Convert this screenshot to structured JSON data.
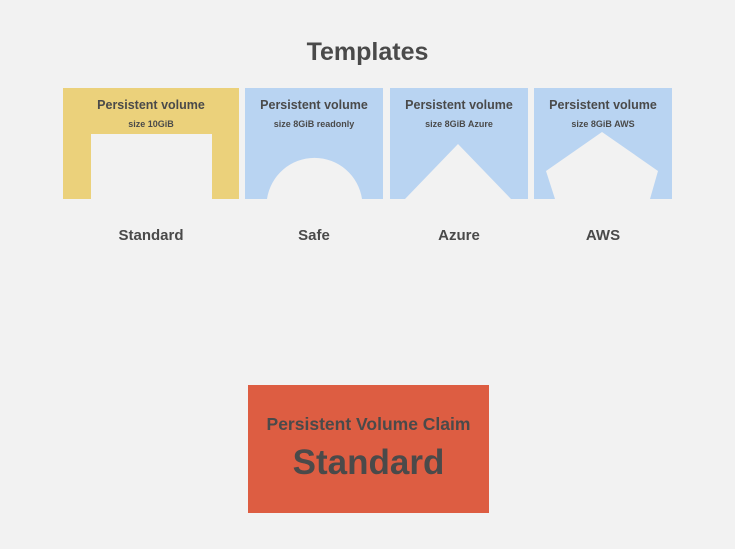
{
  "title": "Templates",
  "colors": {
    "background": "#f2f2f2",
    "standard_fill": "#ebd17b",
    "cloud_fill": "#b9d4f2",
    "pvc_fill": "#dd5d42",
    "text": "#4a4a4a"
  },
  "templates": [
    {
      "heading": "Persistent volume",
      "size": "size 10GiB",
      "name": "Standard",
      "shape": "square-notch"
    },
    {
      "heading": "Persistent volume",
      "size": "size 8GiB readonly",
      "name": "Safe",
      "shape": "round-notch"
    },
    {
      "heading": "Persistent volume",
      "size": "size 8GiB Azure",
      "name": "Azure",
      "shape": "triangle-notch"
    },
    {
      "heading": "Persistent volume",
      "size": "size 8GiB AWS",
      "name": "AWS",
      "shape": "pentagon-notch"
    }
  ],
  "claim": {
    "label": "Persistent Volume Claim",
    "class": "Standard"
  }
}
